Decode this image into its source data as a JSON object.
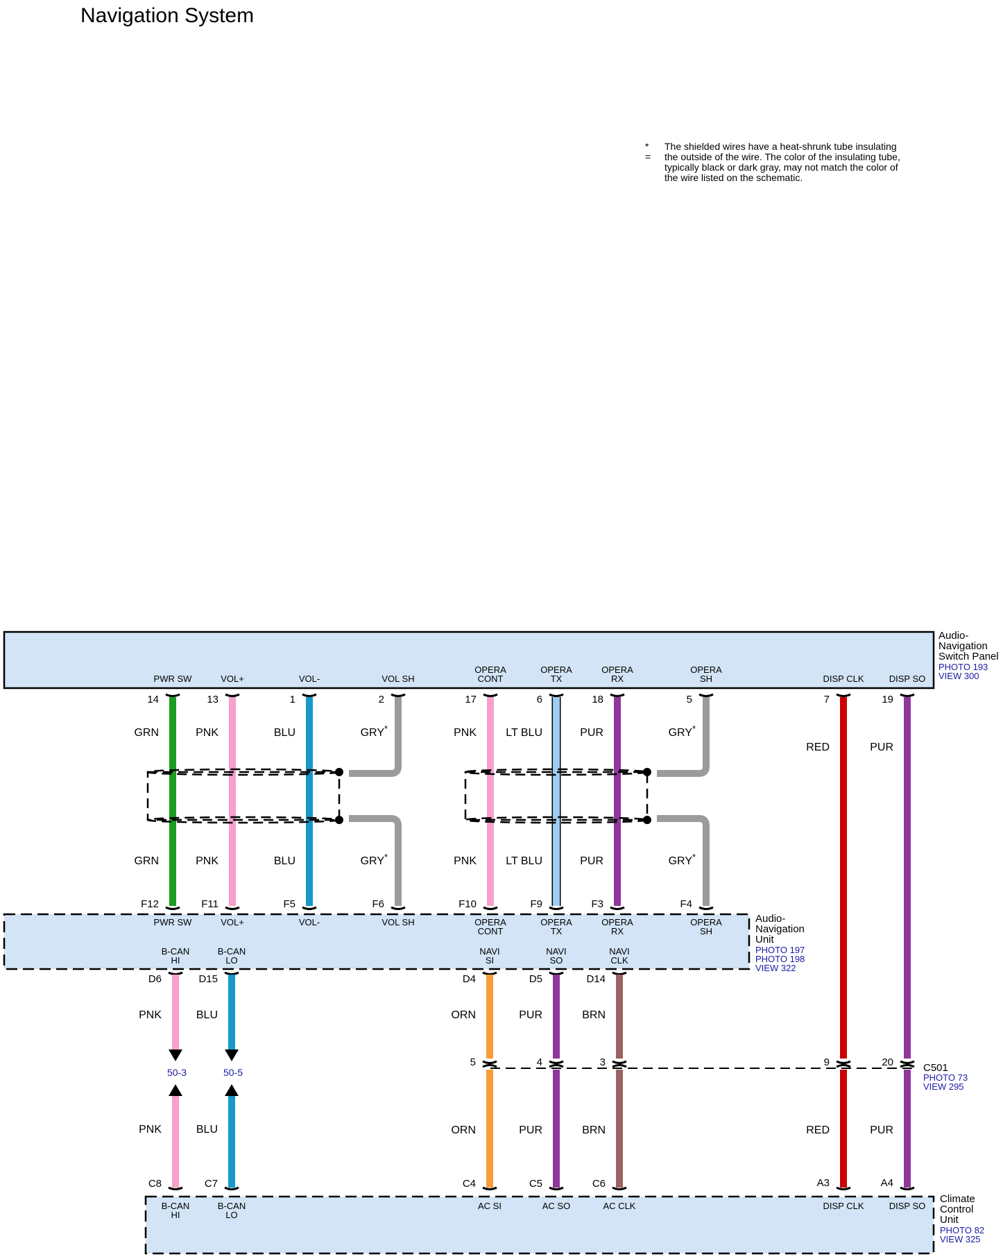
{
  "title": "Navigation System",
  "note": {
    "marker": "* =",
    "lines": [
      "The shielded wires have a heat-shrunk tube insulating",
      "the outside of the wire. The color of the insulating tube,",
      "typically black or dark gray, may not match the color of",
      "the wire listed on the schematic."
    ]
  },
  "colors": {
    "GRN": "#1a9c1f",
    "PNK": "#f7a0cc",
    "BLU": "#1798cb",
    "GRY": "#9b9b9b",
    "LTBLU": "#9fcdf1",
    "PUR": "#8f379a",
    "RED": "#cc0000",
    "ORN": "#f79d3a",
    "BRN": "#9c6262",
    "box_fill": "#d2e4f5",
    "link": "#1a1aa6"
  },
  "components": {
    "switch_panel": {
      "name_lines": [
        "Audio-",
        "Navigation",
        "Switch Panel"
      ],
      "refs": [
        "PHOTO 193",
        "VIEW 300"
      ]
    },
    "nav_unit": {
      "name_lines": [
        "Audio-",
        "Navigation",
        "Unit"
      ],
      "refs": [
        "PHOTO 197",
        "PHOTO 198",
        "VIEW 322"
      ]
    },
    "climate": {
      "name_lines": [
        "Climate",
        "Control",
        "Unit"
      ],
      "refs": [
        "PHOTO 82",
        "VIEW 325"
      ]
    },
    "c501": {
      "name": "C501",
      "refs": [
        "PHOTO 73",
        "VIEW 295"
      ]
    }
  },
  "upper_wires": [
    {
      "top_pin": "14",
      "bottom_pin": "F12",
      "sig_top": [
        "PWR SW"
      ],
      "sig_bottom": [
        "PWR SW"
      ],
      "color": "GRN",
      "label_top": "GRN",
      "label_bottom": "GRN"
    },
    {
      "top_pin": "13",
      "bottom_pin": "F11",
      "sig_top": [
        "VOL+"
      ],
      "sig_bottom": [
        "VOL+"
      ],
      "color": "PNK",
      "label_top": "PNK",
      "label_bottom": "PNK"
    },
    {
      "top_pin": "1",
      "bottom_pin": "F5",
      "sig_top": [
        "VOL-"
      ],
      "sig_bottom": [
        "VOL-"
      ],
      "color": "BLU",
      "label_top": "BLU",
      "label_bottom": "BLU"
    },
    {
      "top_pin": "2",
      "bottom_pin": "F6",
      "sig_top": [
        "VOL SH"
      ],
      "sig_bottom": [
        "VOL SH"
      ],
      "color": "GRY",
      "label_top": "GRY",
      "label_bottom": "GRY",
      "shield": true
    },
    {
      "top_pin": "17",
      "bottom_pin": "F10",
      "sig_top": [
        "OPERA",
        "CONT"
      ],
      "sig_bottom": [
        "OPERA",
        "CONT"
      ],
      "color": "PNK",
      "label_top": "PNK",
      "label_bottom": "PNK"
    },
    {
      "top_pin": "6",
      "bottom_pin": "F9",
      "sig_top": [
        "OPERA",
        "TX"
      ],
      "sig_bottom": [
        "OPERA",
        "TX"
      ],
      "color": "LTBLU",
      "label_top": "LT BLU",
      "label_bottom": "LT BLU"
    },
    {
      "top_pin": "18",
      "bottom_pin": "F3",
      "sig_top": [
        "OPERA",
        "RX"
      ],
      "sig_bottom": [
        "OPERA",
        "RX"
      ],
      "color": "PUR",
      "label_top": "PUR",
      "label_bottom": "PUR"
    },
    {
      "top_pin": "5",
      "bottom_pin": "F4",
      "sig_top": [
        "OPERA",
        "SH"
      ],
      "sig_bottom": [
        "OPERA",
        "SH"
      ],
      "color": "GRY",
      "label_top": "GRY",
      "label_bottom": "GRY",
      "shield": true
    }
  ],
  "shield_marker": "*",
  "disp_wires": [
    {
      "top_pin": "7",
      "mid_pin": "9",
      "bottom_pin": "A3",
      "sig_top": "DISP CLK",
      "sig_bottom": "DISP CLK",
      "color": "RED",
      "label_top": "RED",
      "label_bottom": "RED"
    },
    {
      "top_pin": "19",
      "mid_pin": "20",
      "bottom_pin": "A4",
      "sig_top": "DISP SO",
      "sig_bottom": "DISP SO",
      "color": "PUR",
      "label_top": "PUR",
      "label_bottom": "PUR"
    }
  ],
  "can_wires": [
    {
      "nav_pin": "D6",
      "bottom_pin": "C8",
      "sig_nav": [
        "B-CAN",
        "HI"
      ],
      "sig_bottom": [
        "B-CAN",
        "HI"
      ],
      "color": "PNK",
      "label_top": "PNK",
      "label_bottom": "PNK",
      "ref": "50-3"
    },
    {
      "nav_pin": "D15",
      "bottom_pin": "C7",
      "sig_nav": [
        "B-CAN",
        "LO"
      ],
      "sig_bottom": [
        "B-CAN",
        "LO"
      ],
      "color": "BLU",
      "label_top": "BLU",
      "label_bottom": "BLU",
      "ref": "50-5"
    }
  ],
  "navi_wires": [
    {
      "nav_pin": "D4",
      "mid_pin": "5",
      "bottom_pin": "C4",
      "sig_nav": [
        "NAVI",
        "SI"
      ],
      "sig_bottom": [
        "AC SI"
      ],
      "color": "ORN",
      "label_top": "ORN",
      "label_bottom": "ORN"
    },
    {
      "nav_pin": "D5",
      "mid_pin": "4",
      "bottom_pin": "C5",
      "sig_nav": [
        "NAVI",
        "SO"
      ],
      "sig_bottom": [
        "AC SO"
      ],
      "color": "PUR",
      "label_top": "PUR",
      "label_bottom": "PUR"
    },
    {
      "nav_pin": "D14",
      "mid_pin": "3",
      "bottom_pin": "C6",
      "sig_nav": [
        "NAVI",
        "CLK"
      ],
      "sig_bottom": [
        "AC CLK"
      ],
      "color": "BRN",
      "label_top": "BRN",
      "label_bottom": "BRN"
    }
  ]
}
